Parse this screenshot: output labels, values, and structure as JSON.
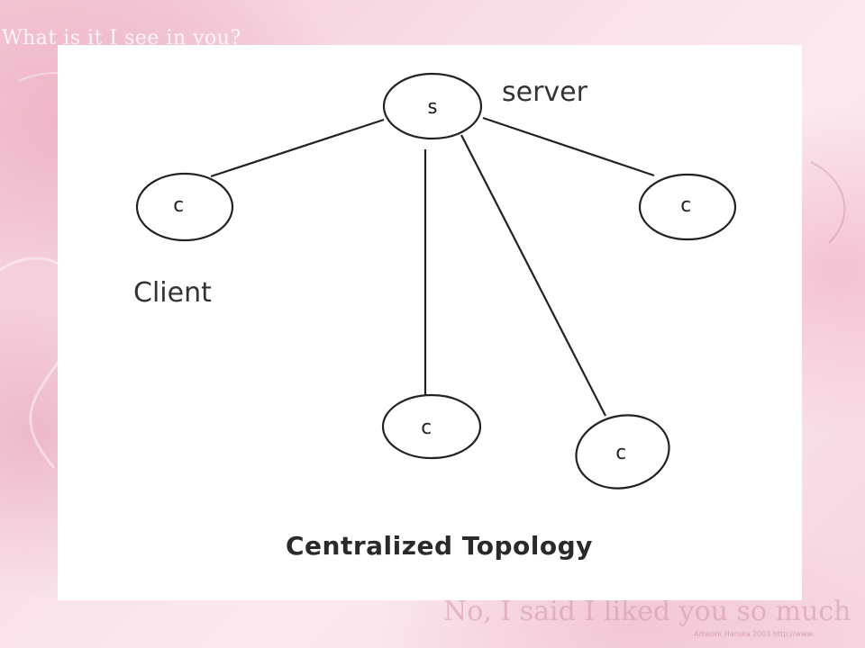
{
  "slide": {
    "background_text_top": "What is it I see in you?",
    "background_text_bottom": "No, I said I liked you so much",
    "background_credit": "Artwork Haruka 2003  http://www.",
    "accent_color": "#f4c9d6"
  },
  "diagram": {
    "server_node_label": "s",
    "server_caption": "server",
    "client_node_label": "c",
    "client_caption": "Client",
    "title": "Centralized Topology",
    "client_count": 4
  }
}
